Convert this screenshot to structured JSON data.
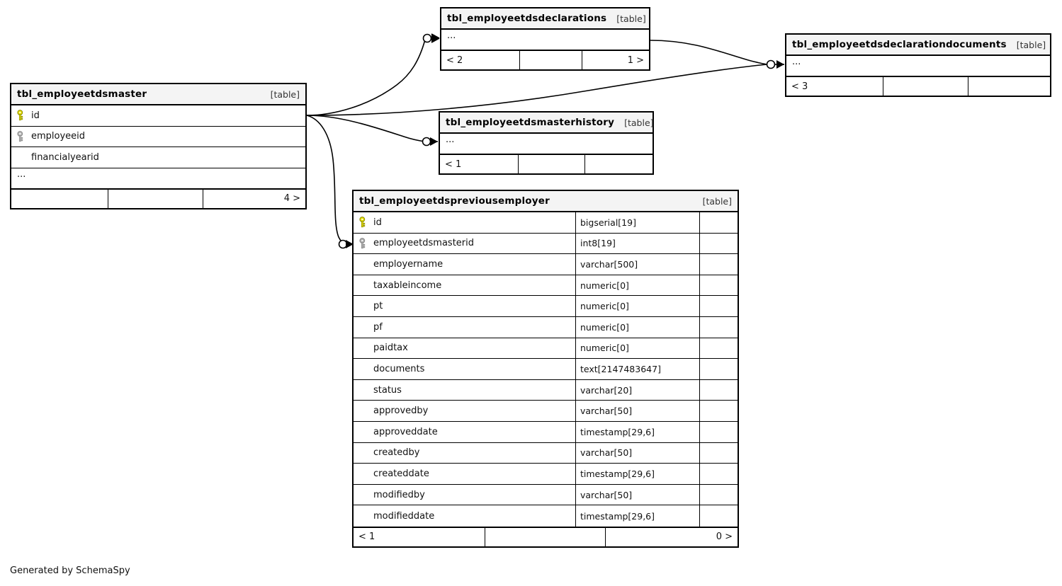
{
  "diagram": {
    "generator_note": "Generated by SchemaSpy",
    "table_kind_label": "[table]",
    "ellipsis": "...",
    "colors": {
      "primary_key": "#e8e000",
      "foreign_key": "#b0b0b0",
      "header_background": "#f4f4f4",
      "border": "#000000",
      "background": "#ffffff"
    }
  },
  "tables": {
    "master": {
      "name": "tbl_employeetdsmaster",
      "kind": "[table]",
      "columns": [
        {
          "name": "id",
          "key": "primary"
        },
        {
          "name": "employeeid",
          "key": "foreign"
        },
        {
          "name": "financialyearid",
          "key": "none"
        }
      ],
      "more_columns_indicator": "...",
      "footer": {
        "left": "",
        "middle": "",
        "right": "4 >"
      }
    },
    "declarations": {
      "name": "tbl_employeetdsdeclarations",
      "kind": "[table]",
      "more_columns_indicator": "...",
      "footer": {
        "left": "< 2",
        "middle": "",
        "right": "1 >"
      }
    },
    "declarationdocuments": {
      "name": "tbl_employeetdsdeclarationdocuments",
      "kind": "[table]",
      "more_columns_indicator": "...",
      "footer": {
        "left": "< 3",
        "middle": "",
        "right": ""
      }
    },
    "masterhistory": {
      "name": "tbl_employeetdsmasterhistory",
      "kind": "[table]",
      "more_columns_indicator": "...",
      "footer": {
        "left": "< 1",
        "middle": "",
        "right": ""
      }
    },
    "previousemployer": {
      "name": "tbl_employeetdspreviousemployer",
      "kind": "[table]",
      "columns": [
        {
          "name": "id",
          "type": "bigserial[19]",
          "key": "primary"
        },
        {
          "name": "employeetdsmasterid",
          "type": "int8[19]",
          "key": "foreign"
        },
        {
          "name": "employername",
          "type": "varchar[500]",
          "key": "none"
        },
        {
          "name": "taxableincome",
          "type": "numeric[0]",
          "key": "none"
        },
        {
          "name": "pt",
          "type": "numeric[0]",
          "key": "none"
        },
        {
          "name": "pf",
          "type": "numeric[0]",
          "key": "none"
        },
        {
          "name": "paidtax",
          "type": "numeric[0]",
          "key": "none"
        },
        {
          "name": "documents",
          "type": "text[2147483647]",
          "key": "none"
        },
        {
          "name": "status",
          "type": "varchar[20]",
          "key": "none"
        },
        {
          "name": "approvedby",
          "type": "varchar[50]",
          "key": "none"
        },
        {
          "name": "approveddate",
          "type": "timestamp[29,6]",
          "key": "none"
        },
        {
          "name": "createdby",
          "type": "varchar[50]",
          "key": "none"
        },
        {
          "name": "createddate",
          "type": "timestamp[29,6]",
          "key": "none"
        },
        {
          "name": "modifiedby",
          "type": "varchar[50]",
          "key": "none"
        },
        {
          "name": "modifieddate",
          "type": "timestamp[29,6]",
          "key": "none"
        }
      ],
      "footer": {
        "left": "< 1",
        "middle": "",
        "right": "0 >"
      }
    }
  },
  "relationships": [
    {
      "from": "master",
      "to": "declarations",
      "notation": "crows-foot-optional"
    },
    {
      "from": "master",
      "to": "declarationdocuments",
      "notation": "crows-foot-optional"
    },
    {
      "from": "master",
      "to": "masterhistory",
      "notation": "crows-foot-optional"
    },
    {
      "from": "master",
      "to": "previousemployer",
      "notation": "crows-foot-optional"
    },
    {
      "from": "declarations",
      "to": "declarationdocuments",
      "notation": "crows-foot-optional"
    }
  ]
}
